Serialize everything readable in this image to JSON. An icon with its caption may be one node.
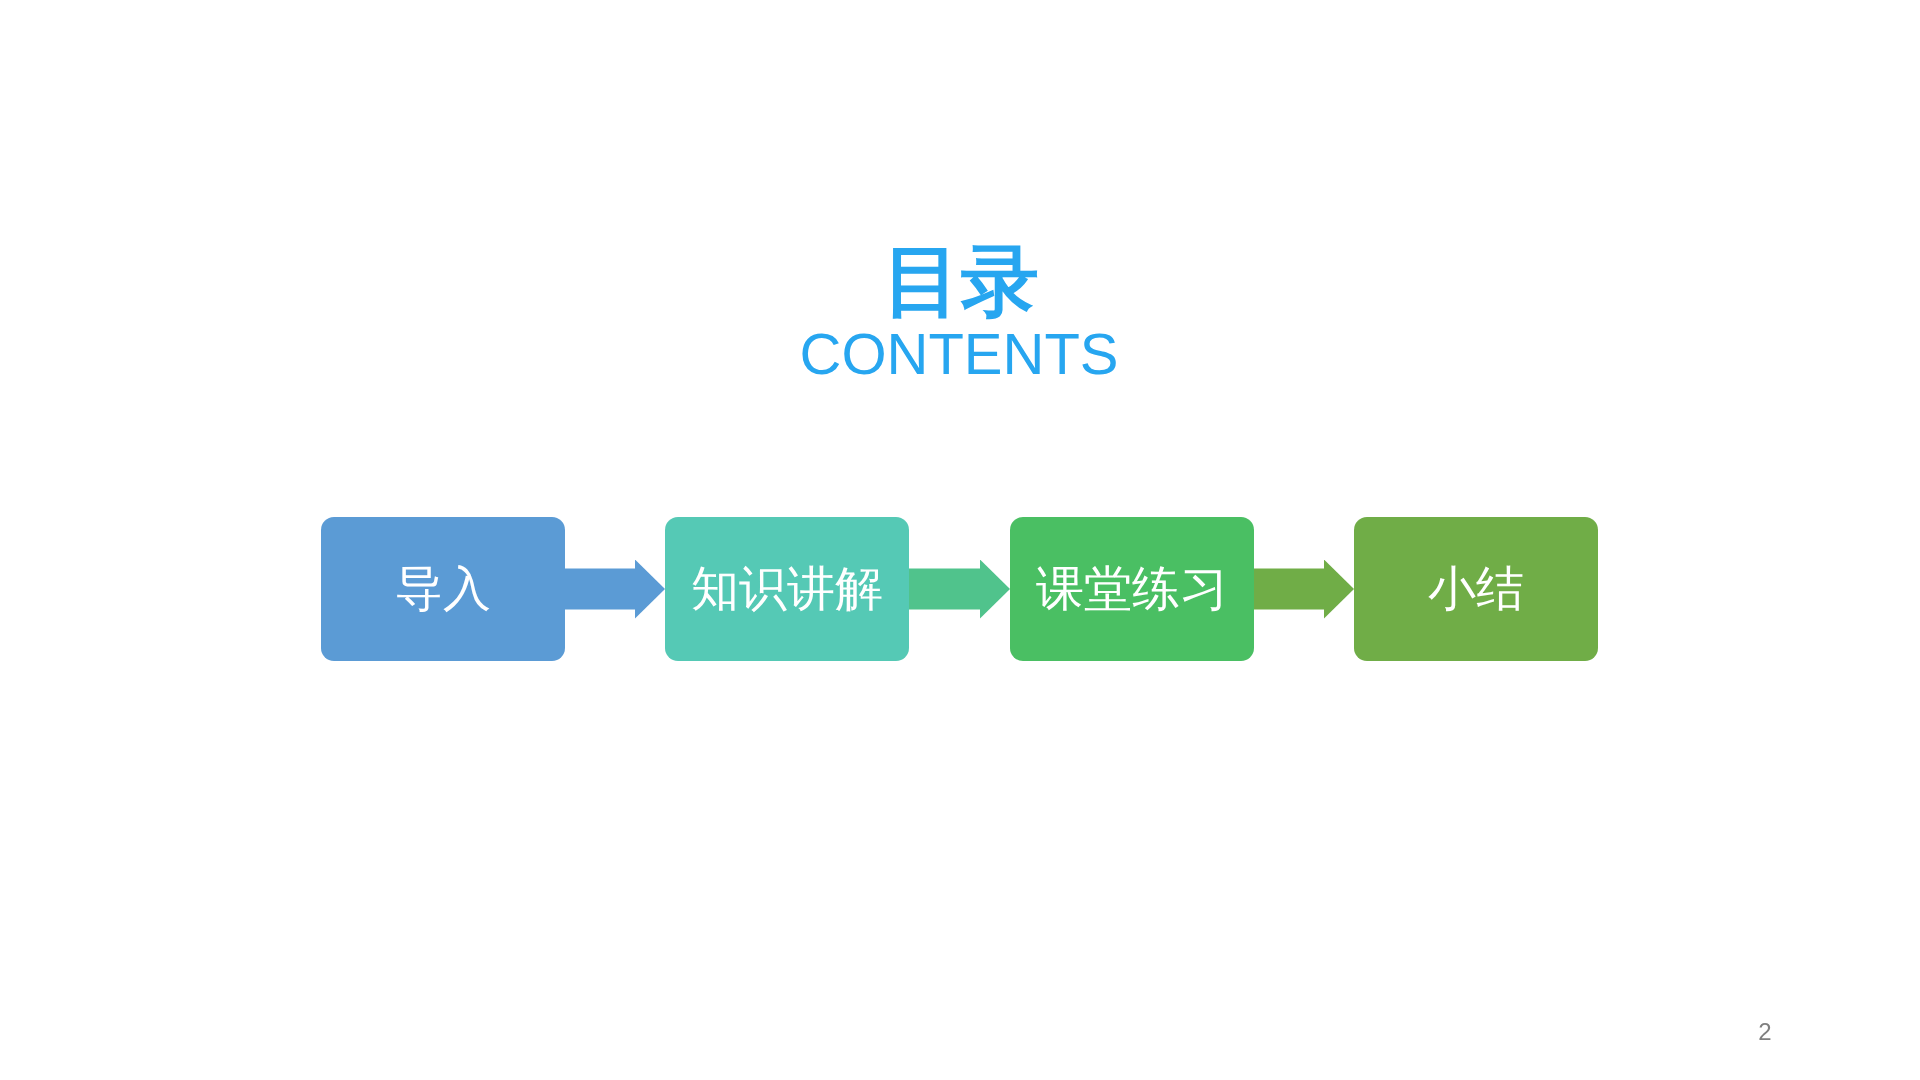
{
  "diagram": {
    "title": "目录",
    "nodes": [
      {
        "text": [
          "导入"
        ]
      },
      {
        "text": [
          "知识讲解"
        ]
      },
      {
        "text": [
          "课堂练习"
        ]
      },
      {
        "text": [
          "小结"
        ]
      }
    ],
    "edges": [
      {
        "from": 0,
        "to": 1,
        "arrow": "to",
        "color": "#5b9bd5"
      },
      {
        "from": 1,
        "to": 2,
        "arrow": "to",
        "color": "#50c38c"
      },
      {
        "from": 2,
        "to": 3,
        "arrow": "to",
        "color": "#70ad47"
      }
    ],
    "labels": [
      "CONTENTS",
      "2"
    ]
  }
}
